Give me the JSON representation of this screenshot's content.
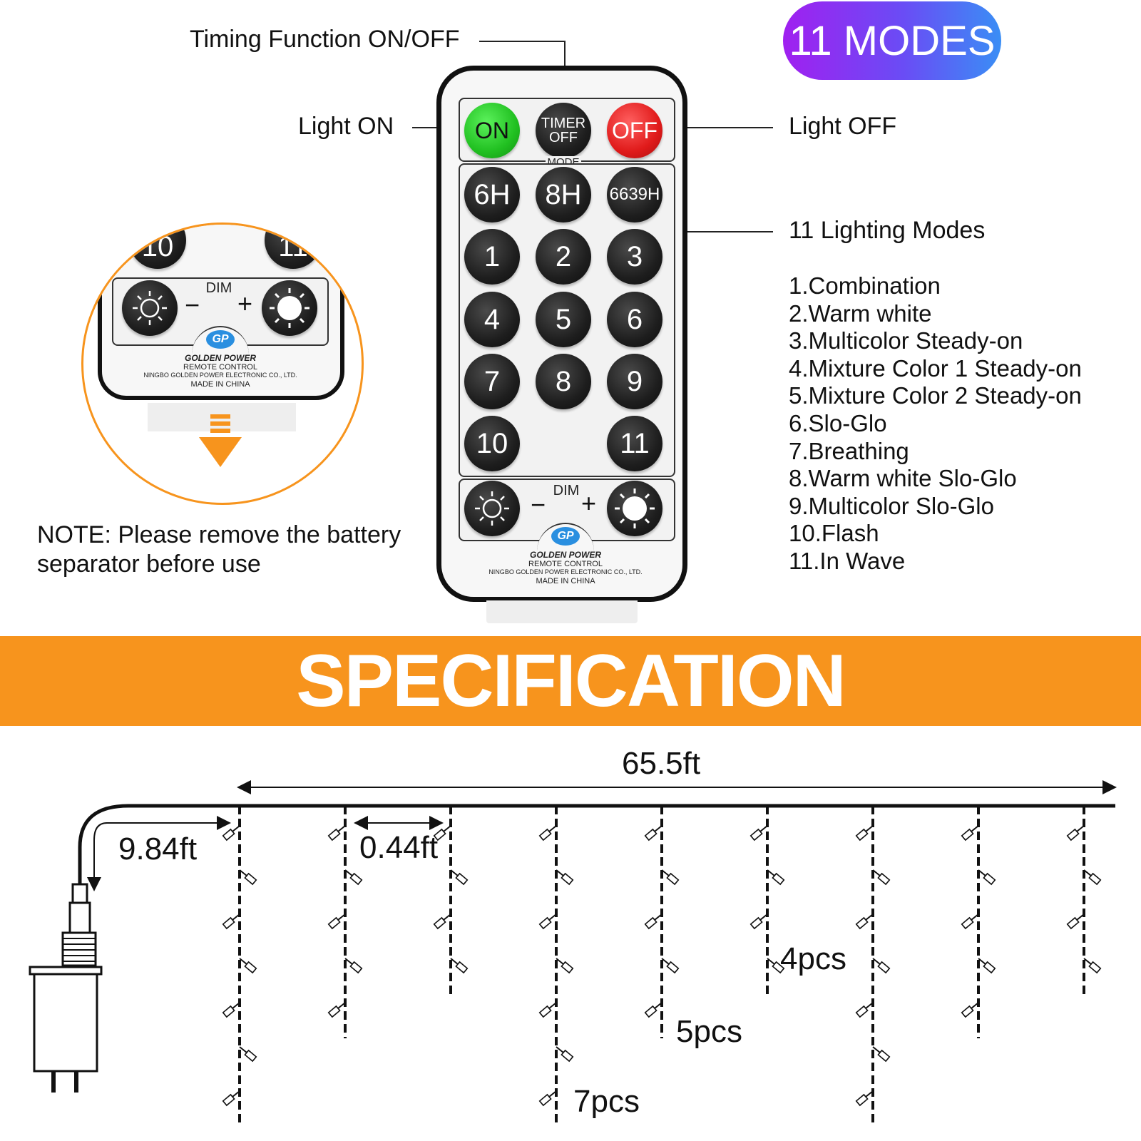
{
  "badge": {
    "text": "11 MODES"
  },
  "callouts": {
    "timing": "Timing Function ON/OFF",
    "light_on": "Light ON",
    "light_off": "Light OFF",
    "lighting_modes": "11 Lighting Modes"
  },
  "remote": {
    "top_buttons": {
      "on": "ON",
      "timer_line1": "TIMER",
      "timer_line2": "OFF",
      "off": "OFF"
    },
    "mode_label": "MODE",
    "timer_buttons": [
      "6H",
      "8H",
      "6639H"
    ],
    "number_buttons": [
      "1",
      "2",
      "3",
      "4",
      "5",
      "6",
      "7",
      "8",
      "9",
      "10",
      "11"
    ],
    "dim_label": "DIM",
    "minus": "−",
    "plus": "+",
    "logo": "GP",
    "brand": "GOLDEN POWER",
    "product": "REMOTE  CONTROL",
    "company": "NINGBO GOLDEN POWER ELECTRONIC CO., LTD.",
    "origin": "MADE  IN  CHINA"
  },
  "zoom_inset": {
    "partial_left": "10",
    "partial_right": "11",
    "dim_label": "DIM",
    "minus": "−",
    "plus": "+",
    "logo": "GP",
    "brand": "GOLDEN POWER",
    "product": "REMOTE  CONTROL",
    "company": "NINGBO GOLDEN POWER ELECTRONIC CO., LTD.",
    "origin": "MADE  IN  CHINA"
  },
  "modes": [
    "1.Combination",
    "2.Warm white",
    "3.Multicolor Steady-on",
    "4.Mixture Color 1 Steady-on",
    "5.Mixture Color 2 Steady-on",
    "6.Slo-Glo",
    "7.Breathing",
    "8.Warm white Slo-Glo",
    "9.Multicolor Slo-Glo",
    "10.Flash",
    "11.In Wave"
  ],
  "note": {
    "line1": "NOTE: Please remove the battery",
    "line2": "separator before use"
  },
  "spec": {
    "title": "SPECIFICATION"
  },
  "dimensions": {
    "total_length": "65.5ft",
    "lead_length": "9.84ft",
    "drop_spacing": "0.44ft",
    "drop_7": "7pcs",
    "drop_5": "5pcs",
    "drop_4": "4pcs"
  },
  "colors": {
    "orange": "#f7941d",
    "badge_start": "#a020f0",
    "badge_end": "#3a8ef5",
    "on_green": "#21c021",
    "off_red": "#e01a1a"
  }
}
